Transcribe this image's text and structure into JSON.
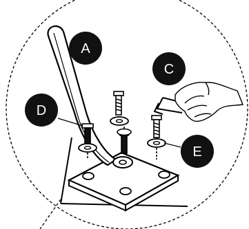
{
  "callouts": [
    {
      "id": "A",
      "label": "A",
      "part": "arm"
    },
    {
      "id": "B",
      "label": "C",
      "part": "allen-key"
    },
    {
      "id": "C",
      "label": "D",
      "part": "bolt"
    },
    {
      "id": "D",
      "label": "E",
      "part": "washer"
    }
  ],
  "colors": {
    "ink": "#000000",
    "paper": "#ffffff",
    "callout_fill": "#111111"
  }
}
